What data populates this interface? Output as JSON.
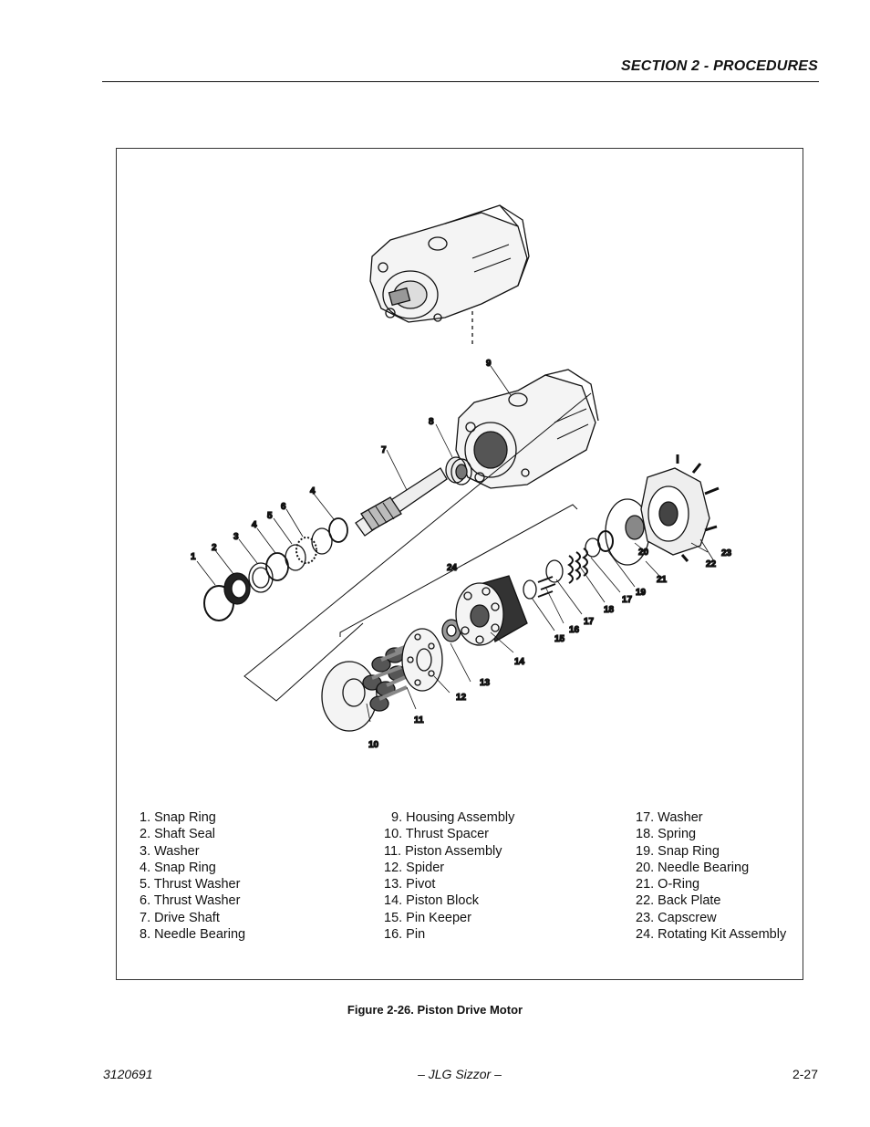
{
  "header": {
    "section_title": "SECTION 2 - PROCEDURES"
  },
  "figure": {
    "caption": "Figure 2-26.  Piston Drive Motor",
    "callouts": [
      "1",
      "2",
      "3",
      "4",
      "5",
      "6",
      "4",
      "7",
      "8",
      "9",
      "24",
      "10",
      "11",
      "12",
      "13",
      "14",
      "15",
      "16",
      "17",
      "18",
      "17",
      "19",
      "20",
      "21",
      "22",
      "23"
    ],
    "legend": {
      "column1": [
        "1. Snap Ring",
        "2. Shaft Seal",
        "3. Washer",
        "4. Snap Ring",
        "5. Thrust Washer",
        "6. Thrust Washer",
        "7. Drive Shaft",
        "8. Needle Bearing"
      ],
      "column2": [
        "9. Housing Assembly",
        "10. Thrust Spacer",
        "11. Piston Assembly",
        "12. Spider",
        "13. Pivot",
        "14. Piston Block",
        "15. Pin Keeper",
        "16. Pin"
      ],
      "column3": [
        "17. Washer",
        "18. Spring",
        "19. Snap Ring",
        "20. Needle Bearing",
        "21. O-Ring",
        "22. Back Plate",
        "23. Capscrew",
        "24. Rotating Kit Assembly"
      ]
    }
  },
  "footer": {
    "doc_number": "3120691",
    "publication": "– JLG Sizzor –",
    "page_number": "2-27"
  }
}
